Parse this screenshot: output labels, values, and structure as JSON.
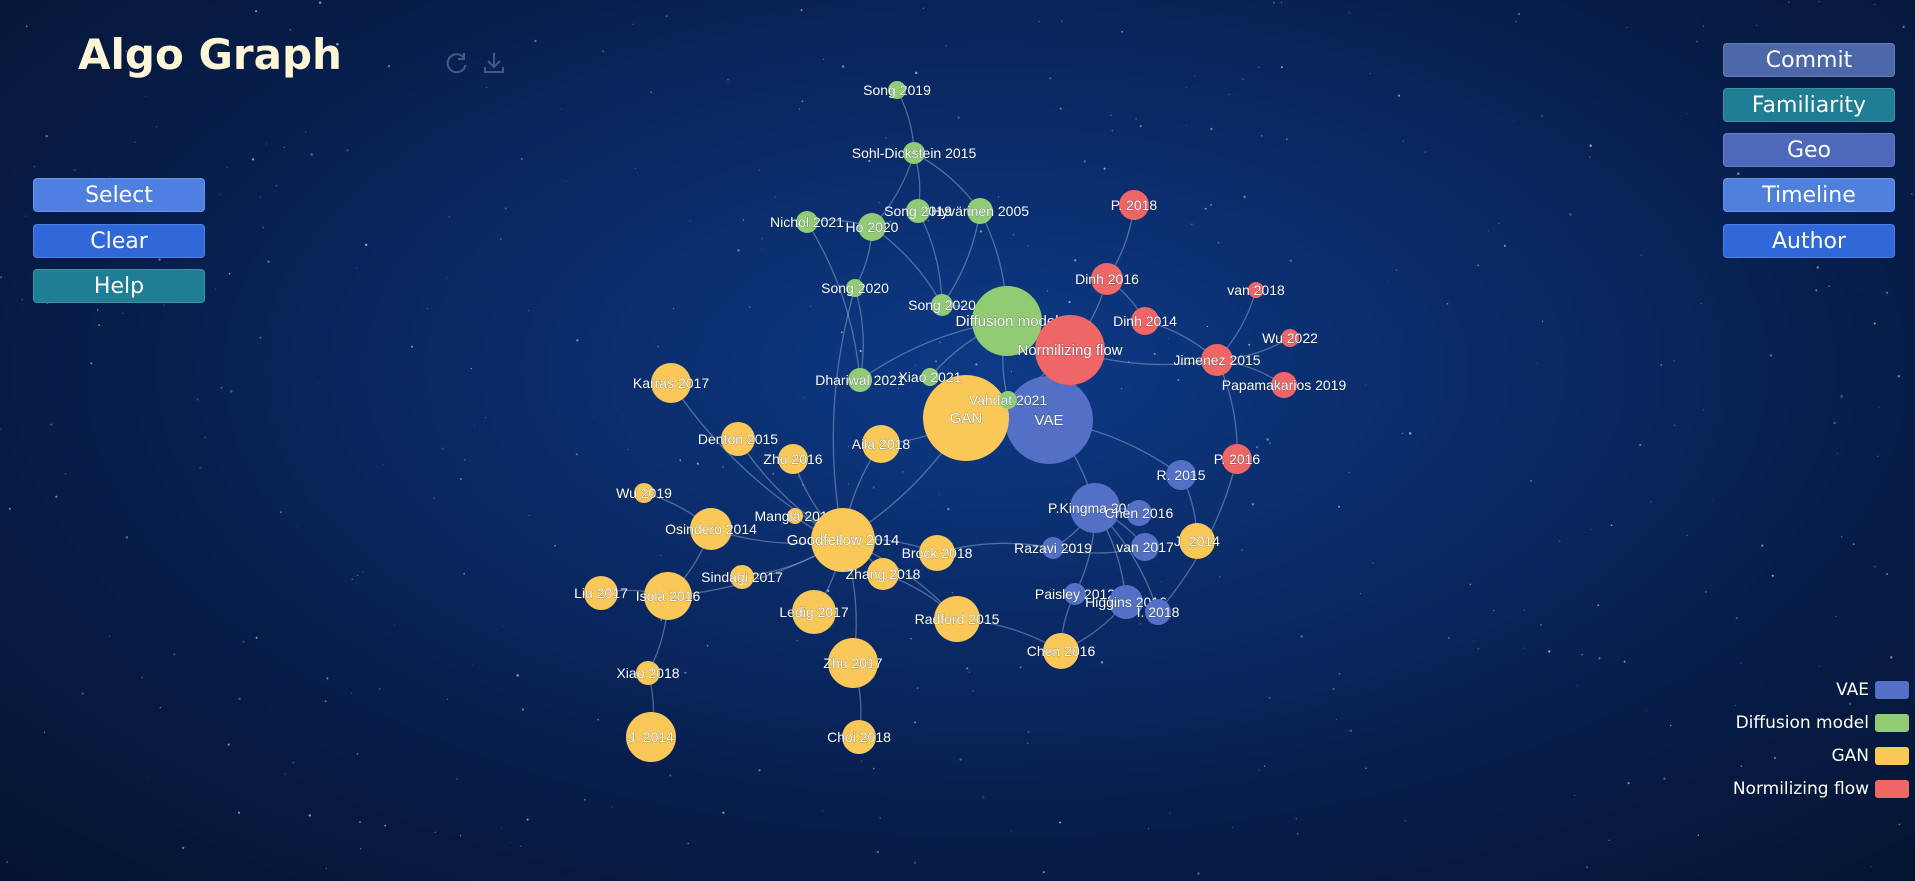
{
  "app": {
    "title": "Algo Graph"
  },
  "toolbar": {
    "refresh_icon": "refresh-icon",
    "download_icon": "download-icon"
  },
  "left_buttons": [
    {
      "label": "Select",
      "color": "#4f7fe0"
    },
    {
      "label": "Clear",
      "color": "#3068da"
    },
    {
      "label": "Help",
      "color": "#1f7d94"
    }
  ],
  "right_buttons": [
    {
      "label": "Commit",
      "color": "#4d68a8"
    },
    {
      "label": "Familiarity",
      "color": "#1f7d94"
    },
    {
      "label": "Geo",
      "color": "#4e69bb"
    },
    {
      "label": "Timeline",
      "color": "#4f80dd"
    },
    {
      "label": "Author",
      "color": "#3068da"
    }
  ],
  "legend": [
    {
      "label": "VAE",
      "color": "#5470c6"
    },
    {
      "label": "Diffusion model",
      "color": "#91cc75"
    },
    {
      "label": "GAN",
      "color": "#fac858"
    },
    {
      "label": "Normilizing flow",
      "color": "#ee6666"
    }
  ],
  "graph": {
    "nodes": [
      {
        "id": "VAE",
        "cat": 0,
        "size": 88
      },
      {
        "id": "Diffusion model",
        "cat": 1,
        "size": 70
      },
      {
        "id": "GAN",
        "cat": 2,
        "size": 86
      },
      {
        "id": "Normilizing flow",
        "cat": 3,
        "size": 70
      },
      {
        "id": "Song 2019",
        "cat": 1,
        "size": 18
      },
      {
        "id": "Sohl-Dickstein 2015",
        "cat": 1,
        "size": 22
      },
      {
        "id": "Nichol 2021",
        "cat": 1,
        "size": 22
      },
      {
        "id": "Ho 2020",
        "cat": 1,
        "size": 28
      },
      {
        "id": "Song 2019 ",
        "cat": 1,
        "size": 24
      },
      {
        "id": "Hyvärinen 2005",
        "cat": 1,
        "size": 26
      },
      {
        "id": "Song 2020",
        "cat": 1,
        "size": 18
      },
      {
        "id": "Song 2020 ",
        "cat": 1,
        "size": 22
      },
      {
        "id": "Dhariwal 2021",
        "cat": 1,
        "size": 24
      },
      {
        "id": "Xiao 2021",
        "cat": 1,
        "size": 18
      },
      {
        "id": "Vahdat 2021",
        "cat": 1,
        "size": 18
      },
      {
        "id": "P. 2018",
        "cat": 3,
        "size": 30
      },
      {
        "id": "Dinh 2016",
        "cat": 3,
        "size": 32
      },
      {
        "id": "van 2018",
        "cat": 3,
        "size": 16
      },
      {
        "id": "Dinh 2014",
        "cat": 3,
        "size": 28
      },
      {
        "id": "Wu 2022",
        "cat": 3,
        "size": 18
      },
      {
        "id": "Jimenez 2015",
        "cat": 3,
        "size": 32
      },
      {
        "id": "Papamakarios 2019",
        "cat": 3,
        "size": 26
      },
      {
        "id": "P. 2016",
        "cat": 3,
        "size": 30
      },
      {
        "id": "Karras 2017",
        "cat": 2,
        "size": 40
      },
      {
        "id": "Denton 2015",
        "cat": 2,
        "size": 34
      },
      {
        "id": "Zhu 2016",
        "cat": 2,
        "size": 30
      },
      {
        "id": "Aila 2018",
        "cat": 2,
        "size": 38
      },
      {
        "id": "Wu 2019",
        "cat": 2,
        "size": 20
      },
      {
        "id": "Mangla 2019",
        "cat": 2,
        "size": 16
      },
      {
        "id": "Osindero 2014",
        "cat": 2,
        "size": 42
      },
      {
        "id": "Goodfellow 2014",
        "cat": 2,
        "size": 64
      },
      {
        "id": "Brock 2018",
        "cat": 2,
        "size": 36
      },
      {
        "id": "Zhang 2018",
        "cat": 2,
        "size": 32
      },
      {
        "id": "Sindagi 2017",
        "cat": 2,
        "size": 24
      },
      {
        "id": "Liu 2017",
        "cat": 2,
        "size": 34
      },
      {
        "id": "Isola 2016",
        "cat": 2,
        "size": 48
      },
      {
        "id": "Ledig 2017",
        "cat": 2,
        "size": 44
      },
      {
        "id": "Radford 2015",
        "cat": 2,
        "size": 46
      },
      {
        "id": "Zhu 2017",
        "cat": 2,
        "size": 50
      },
      {
        "id": "Xiao 2018",
        "cat": 2,
        "size": 24
      },
      {
        "id": "J. 2014",
        "cat": 2,
        "size": 50
      },
      {
        "id": "Choi 2018",
        "cat": 2,
        "size": 34
      },
      {
        "id": "Chen 2016",
        "cat": 2,
        "size": 36
      },
      {
        "id": "J. 2014 ",
        "cat": 2,
        "size": 36
      },
      {
        "id": "R. 2015",
        "cat": 0,
        "size": 30
      },
      {
        "id": "P.Kingma 2013",
        "cat": 0,
        "size": 50
      },
      {
        "id": "Chen 2016 ",
        "cat": 0,
        "size": 26
      },
      {
        "id": "van 2017",
        "cat": 0,
        "size": 28
      },
      {
        "id": "Razavi 2019",
        "cat": 0,
        "size": 22
      },
      {
        "id": "Paisley 2012",
        "cat": 0,
        "size": 22
      },
      {
        "id": "Higgins 2016",
        "cat": 0,
        "size": 34
      },
      {
        "id": "I. 2018",
        "cat": 0,
        "size": 26
      }
    ],
    "links": [
      [
        "Song 2019",
        "Sohl-Dickstein 2015"
      ],
      [
        "Sohl-Dickstein 2015",
        "Ho 2020"
      ],
      [
        "Sohl-Dickstein 2015",
        "Song 2019 "
      ],
      [
        "Sohl-Dickstein 2015",
        "Hyvärinen 2005"
      ],
      [
        "Nichol 2021",
        "Ho 2020"
      ],
      [
        "Ho 2020",
        "Song 2020"
      ],
      [
        "Ho 2020",
        "Song 2020 "
      ],
      [
        "Song 2019 ",
        "Song 2020 "
      ],
      [
        "Hyvärinen 2005",
        "Song 2020 "
      ],
      [
        "Hyvärinen 2005",
        "Diffusion model"
      ],
      [
        "Song 2020 ",
        "Diffusion model"
      ],
      [
        "Song 2020",
        "Dhariwal 2021"
      ],
      [
        "Dhariwal 2021",
        "Diffusion model"
      ],
      [
        "Xiao 2021",
        "Diffusion model"
      ],
      [
        "Vahdat 2021",
        "Diffusion model"
      ],
      [
        "Nichol 2021",
        "Dhariwal 2021"
      ],
      [
        "Diffusion model",
        "Normilizing flow"
      ],
      [
        "P. 2018",
        "Dinh 2016"
      ],
      [
        "Dinh 2016",
        "Dinh 2014"
      ],
      [
        "Dinh 2016",
        "Normilizing flow"
      ],
      [
        "Dinh 2014",
        "Jimenez 2015"
      ],
      [
        "van 2018",
        "Jimenez 2015"
      ],
      [
        "Wu 2022",
        "Jimenez 2015"
      ],
      [
        "Jimenez 2015",
        "Papamakarios 2019"
      ],
      [
        "Jimenez 2015",
        "P. 2016"
      ],
      [
        "Jimenez 2015",
        "Normilizing flow"
      ],
      [
        "P. 2016",
        "I. 2018"
      ],
      [
        "Normilizing flow",
        "VAE"
      ],
      [
        "Normilizing flow",
        "GAN"
      ],
      [
        "VAE",
        "GAN"
      ],
      [
        "VAE",
        "P.Kingma 2013"
      ],
      [
        "VAE",
        "R. 2015"
      ],
      [
        "P.Kingma 2013",
        "Chen 2016 "
      ],
      [
        "P.Kingma 2013",
        "van 2017"
      ],
      [
        "P.Kingma 2013",
        "Razavi 2019"
      ],
      [
        "P.Kingma 2013",
        "Paisley 2012"
      ],
      [
        "P.Kingma 2013",
        "Higgins 2016"
      ],
      [
        "P.Kingma 2013",
        "I. 2018"
      ],
      [
        "R. 2015",
        "J. 2014 "
      ],
      [
        "van 2017",
        "Razavi 2019"
      ],
      [
        "Higgins 2016",
        "Chen 2016"
      ],
      [
        "GAN",
        "Goodfellow 2014"
      ],
      [
        "GAN",
        "Aila 2018"
      ],
      [
        "GAN",
        "Vahdat 2021"
      ],
      [
        "Goodfellow 2014",
        "Karras 2017"
      ],
      [
        "Goodfellow 2014",
        "Denton 2015"
      ],
      [
        "Goodfellow 2014",
        "Zhu 2016"
      ],
      [
        "Goodfellow 2014",
        "Aila 2018"
      ],
      [
        "Goodfellow 2014",
        "Mangla 2019"
      ],
      [
        "Goodfellow 2014",
        "Osindero 2014"
      ],
      [
        "Goodfellow 2014",
        "Brock 2018"
      ],
      [
        "Goodfellow 2014",
        "Zhang 2018"
      ],
      [
        "Goodfellow 2014",
        "Sindagi 2017"
      ],
      [
        "Goodfellow 2014",
        "Isola 2016"
      ],
      [
        "Goodfellow 2014",
        "Ledig 2017"
      ],
      [
        "Goodfellow 2014",
        "Radford 2015"
      ],
      [
        "Goodfellow 2014",
        "Zhu 2017"
      ],
      [
        "Goodfellow 2014",
        "Song 2020"
      ],
      [
        "Wu 2019",
        "Osindero 2014"
      ],
      [
        "Osindero 2014",
        "Isola 2016"
      ],
      [
        "Liu 2017",
        "Isola 2016"
      ],
      [
        "Isola 2016",
        "Xiao 2018"
      ],
      [
        "Xiao 2018",
        "J. 2014"
      ],
      [
        "Zhu 2017",
        "Choi 2018"
      ],
      [
        "Radford 2015",
        "Chen 2016"
      ],
      [
        "Brock 2018",
        "Razavi 2019"
      ],
      [
        "Zhang 2018",
        "Radford 2015"
      ],
      [
        "Chen 2016",
        "Paisley 2012"
      ]
    ]
  }
}
